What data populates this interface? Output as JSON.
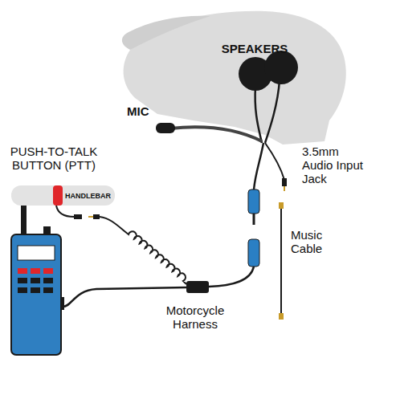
{
  "diagram": {
    "nodes": [
      {
        "text": [
          "HANDLEBAR"
        ]
      }
    ],
    "labels": [
      "SPEAKERS",
      "MIC",
      "PUSH-TO-TALK BUTTON (PTT)",
      "3.5mm Audio Input Jack",
      "Music Cable",
      "Motorcycle Harness"
    ]
  }
}
